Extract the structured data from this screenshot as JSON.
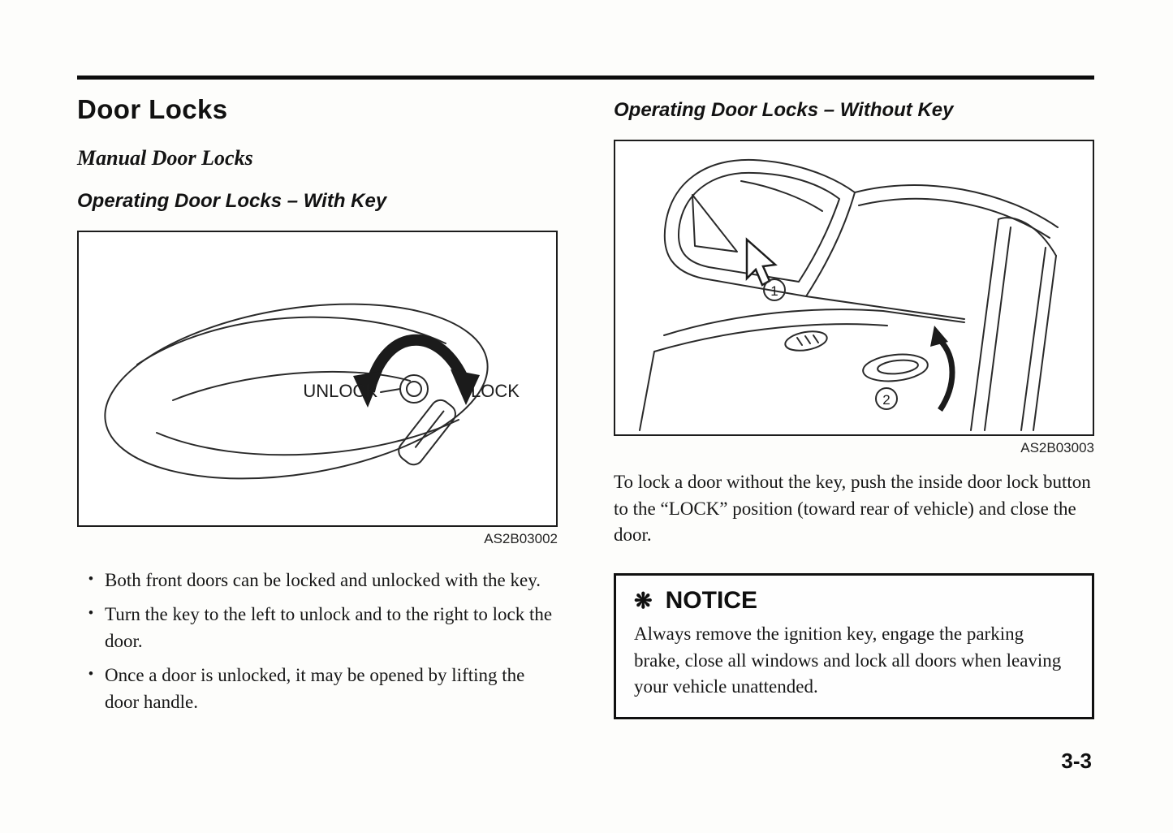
{
  "page": {
    "number": "3-3"
  },
  "left": {
    "title": "Door Locks",
    "subtitle": "Manual Door Locks",
    "section_heading": "Operating Door Locks – With Key",
    "bullet_char": "•",
    "figure": {
      "caption": "AS2B03002",
      "labels": {
        "unlock": "UNLOCK",
        "lock": "LOCK"
      }
    },
    "bullets": [
      "Both front doors can be locked and unlocked with the key.",
      "Turn the key to the left to unlock and to the right to lock the door.",
      "Once a door is unlocked, it may be opened by lifting the door handle."
    ]
  },
  "right": {
    "section_heading": "Operating Door Locks – Without Key",
    "figure": {
      "caption": "AS2B03003",
      "callouts": [
        "1",
        "2"
      ]
    },
    "paragraph": "To lock a door without the key, push the inside door lock button to the “LOCK” position (toward rear of vehicle) and close the door.",
    "notice": {
      "symbol": "❋",
      "title": "NOTICE",
      "body": "Always remove the ignition key, engage the parking brake, close all windows and lock all doors when leaving your vehicle unattended."
    }
  }
}
